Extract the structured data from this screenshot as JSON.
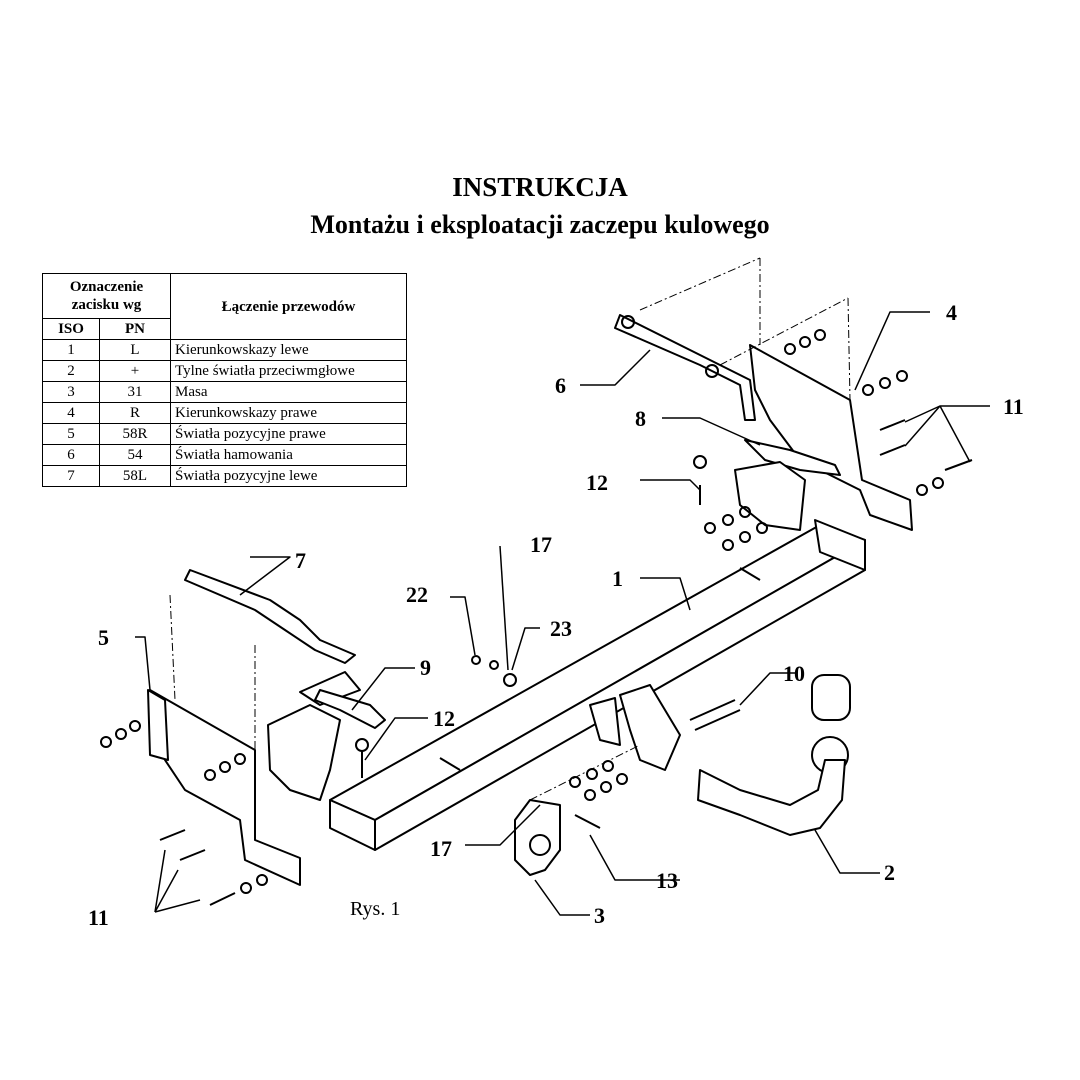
{
  "title": "INSTRUKCJA",
  "subtitle": "Montażu i eksploatacji zaczepu kulowego",
  "table": {
    "header_group": "Oznaczenie zacisku wg",
    "col_iso": "ISO",
    "col_pn": "PN",
    "col_desc": "Łączenie przewodów",
    "rows": [
      {
        "iso": "1",
        "pn": "L",
        "desc": "Kierunkowskazy lewe"
      },
      {
        "iso": "2",
        "pn": "+",
        "desc": "Tylne światła przeciwmgłowe"
      },
      {
        "iso": "3",
        "pn": "31",
        "desc": "Masa"
      },
      {
        "iso": "4",
        "pn": "R",
        "desc": "Kierunkowskazy prawe"
      },
      {
        "iso": "5",
        "pn": "58R",
        "desc": "Światła pozycyjne prawe"
      },
      {
        "iso": "6",
        "pn": "54",
        "desc": "Światła hamowania"
      },
      {
        "iso": "7",
        "pn": "58L",
        "desc": "Światła pozycyjne lewe"
      }
    ]
  },
  "caption": "Rys. 1",
  "callouts": [
    "1",
    "2",
    "3",
    "4",
    "5",
    "6",
    "7",
    "8",
    "9",
    "10",
    "11",
    "11",
    "12",
    "12",
    "13",
    "17",
    "17",
    "22",
    "23"
  ]
}
